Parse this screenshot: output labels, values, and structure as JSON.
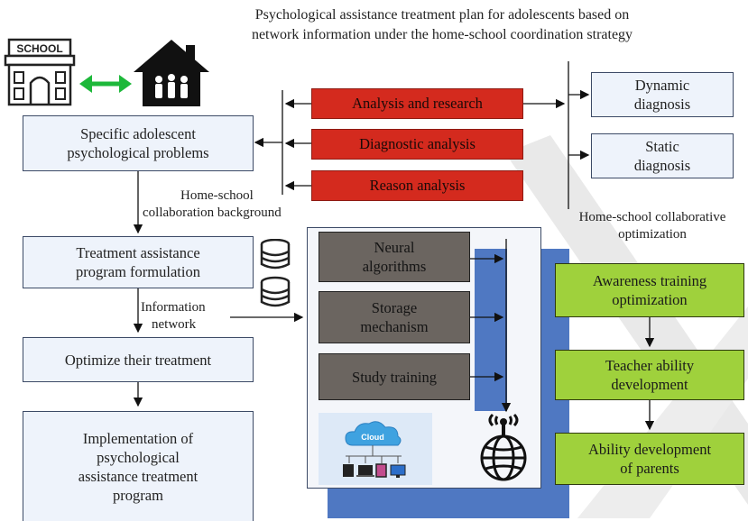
{
  "title": {
    "line1": "Psychological assistance treatment plan for adolescents based on",
    "line2": "network information under the home-school coordination strategy"
  },
  "school_sign": "SCHOOL",
  "left_flow": {
    "problems": [
      "Specific adolescent",
      "psychological problems"
    ],
    "background_label": [
      "Home-school",
      "collaboration background"
    ],
    "formulation": [
      "Treatment assistance",
      "program formulation"
    ],
    "network_label": [
      "Information",
      "network"
    ],
    "optimize": "Optimize their treatment",
    "implementation": [
      "Implementation of",
      "psychological",
      "assistance treatment",
      "program"
    ]
  },
  "analysis": [
    "Analysis and research",
    "Diagnostic analysis",
    "Reason analysis"
  ],
  "diagnosis": {
    "dynamic": [
      "Dynamic",
      "diagnosis"
    ],
    "static": [
      "Static",
      "diagnosis"
    ]
  },
  "middle": {
    "neural": [
      "Neural",
      "algorithms"
    ],
    "storage": [
      "Storage",
      "mechanism"
    ],
    "study": "Study training",
    "cloud_label": "Cloud"
  },
  "optimization_label": [
    "Home-school collaborative",
    "optimization"
  ],
  "green": {
    "awareness": [
      "Awareness training",
      "optimization"
    ],
    "teacher": [
      "Teacher ability",
      "development"
    ],
    "parents": [
      "Ability development",
      "of parents"
    ]
  },
  "colors": {
    "analysis_red": "#d42a1e",
    "module_grey": "#6b6560",
    "green": "#9fd13c",
    "box_fill": "#eef3fb",
    "panel_blue": "#4f78c2",
    "arrow_green": "#1db83a"
  }
}
